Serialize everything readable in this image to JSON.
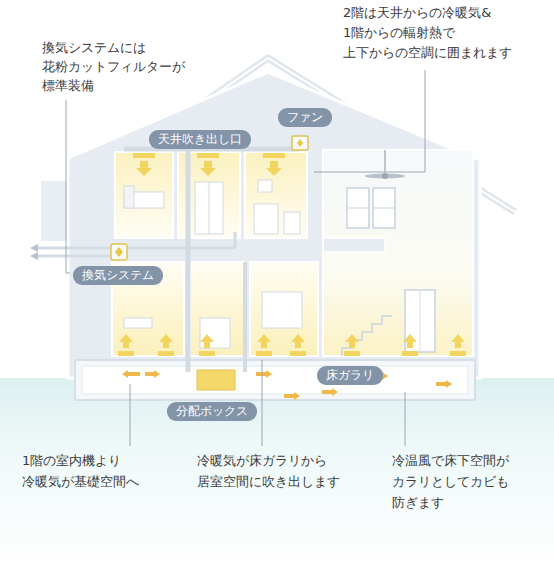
{
  "diagram": {
    "nodes": [
      {
        "text": [
          "ファン"
        ]
      },
      {
        "text": [
          "天井吹き出し口"
        ]
      },
      {
        "text": [
          "換気システム"
        ]
      },
      {
        "text": [
          "床ガラリ"
        ]
      },
      {
        "text": [
          "分配ボックス"
        ]
      }
    ],
    "labels": [
      "換気システムには 花粉カットフィルターが 標準装備",
      "2階は天井からの冷暖気& 1階からの輻射熱で 上下からの空調に囲まれます",
      "1階の室内機より 冷暖気が基礎空間へ",
      "冷暖気が床ガラリから 居室空間に吹き出します",
      "冷温風で床下空間が カラリとしてカビも 防ぎます"
    ]
  }
}
